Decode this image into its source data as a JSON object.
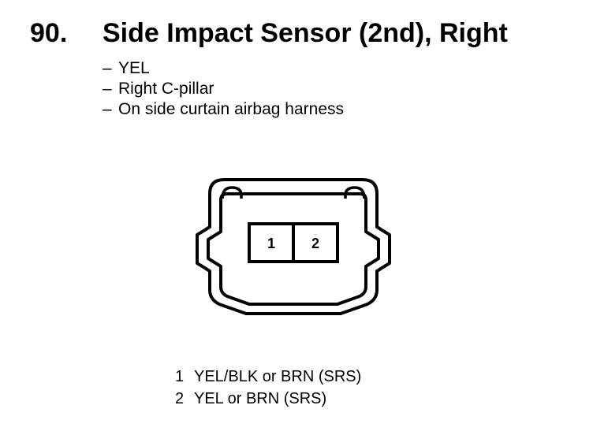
{
  "header": {
    "number": "90.",
    "title": "Side Impact Sensor (2nd), Right"
  },
  "notes": [
    "YEL",
    "Right C-pillar",
    "On side curtain airbag harness"
  ],
  "connector": {
    "cavities": [
      "1",
      "2"
    ]
  },
  "pins": [
    {
      "num": "1",
      "desc": "YEL/BLK or BRN (SRS)"
    },
    {
      "num": "2",
      "desc": "YEL or BRN (SRS)"
    }
  ]
}
